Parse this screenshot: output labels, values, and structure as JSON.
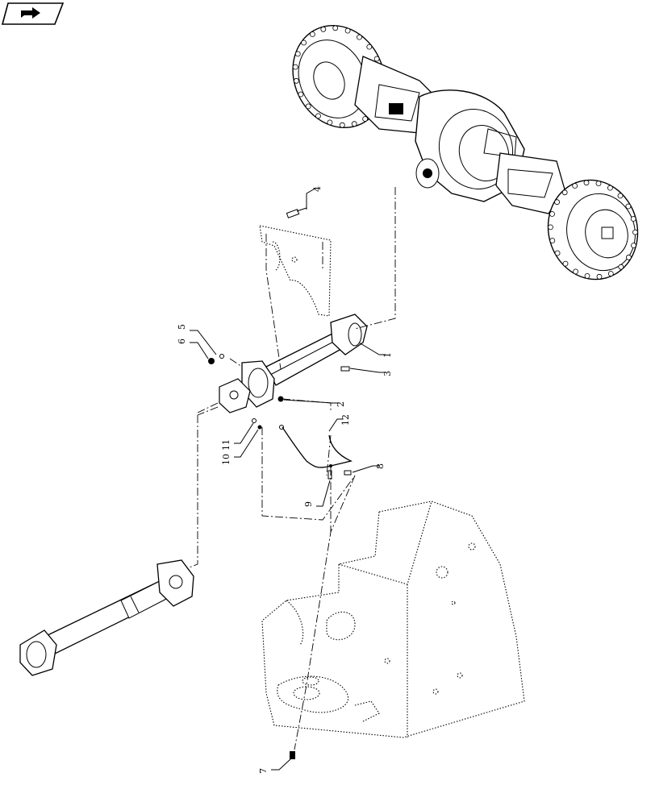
{
  "nav": {
    "icon": "return-arrow-icon"
  },
  "callouts": [
    {
      "id": "c1",
      "label": "1"
    },
    {
      "id": "c2",
      "label": "2"
    },
    {
      "id": "c3",
      "label": "3"
    },
    {
      "id": "c4",
      "label": "4"
    },
    {
      "id": "c5",
      "label": "5"
    },
    {
      "id": "c6",
      "label": "6"
    },
    {
      "id": "c7",
      "label": "7"
    },
    {
      "id": "c8",
      "label": "8"
    },
    {
      "id": "c9",
      "label": "9"
    },
    {
      "id": "c10",
      "label": "10"
    },
    {
      "id": "c11",
      "label": "11"
    },
    {
      "id": "c12",
      "label": "12"
    }
  ]
}
